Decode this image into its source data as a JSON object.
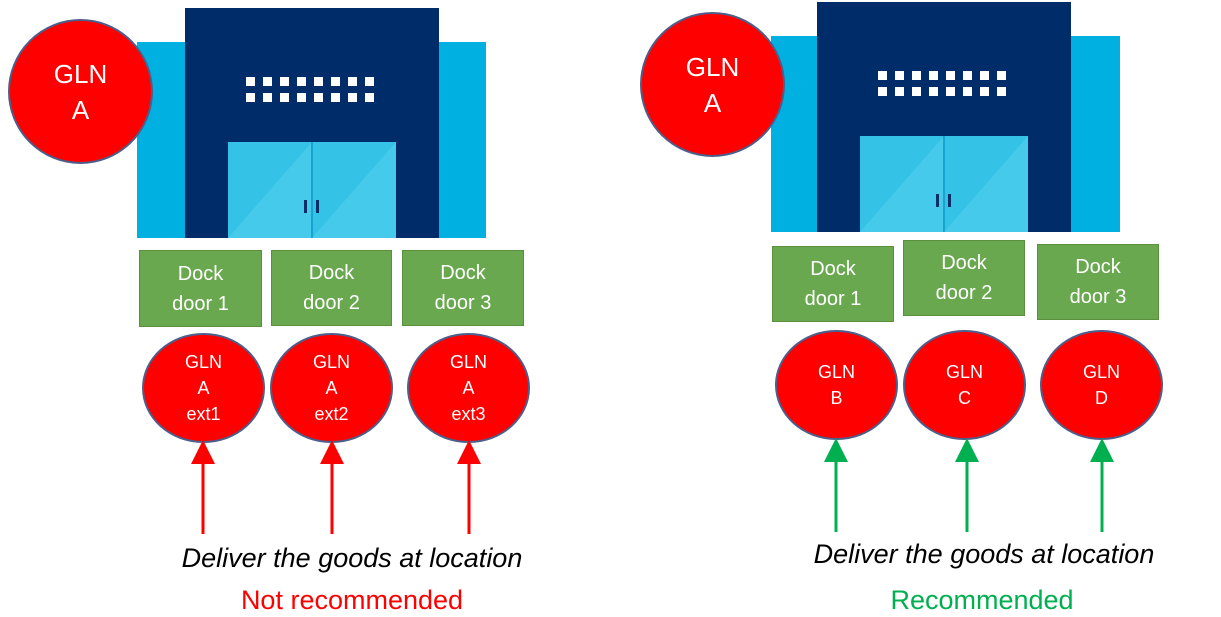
{
  "colors": {
    "building_back": "#00B0E0",
    "building_front": "#002D6A",
    "door": "#34C3E6",
    "dock_door": "#6AA84F",
    "gln_circle": "#FF0000",
    "not_recommended": "#FF0000",
    "recommended": "#00B050"
  },
  "left_panel": {
    "building_gln": "GLN\nA",
    "dock_doors": [
      "Dock\ndoor 1",
      "Dock\ndoor 2",
      "Dock\ndoor 3"
    ],
    "door_glns": [
      "GLN\nA\next1",
      "GLN\nA\next2",
      "GLN\nA\next3"
    ],
    "caption": "Deliver the goods at location",
    "verdict": "Not recommended"
  },
  "right_panel": {
    "building_gln": "GLN\nA",
    "dock_doors": [
      "Dock\ndoor 1",
      "Dock\ndoor 2",
      "Dock\ndoor 3"
    ],
    "door_glns": [
      "GLN\nB",
      "GLN\nC",
      "GLN\nD"
    ],
    "caption": "Deliver the goods at location",
    "verdict": "Recommended"
  }
}
